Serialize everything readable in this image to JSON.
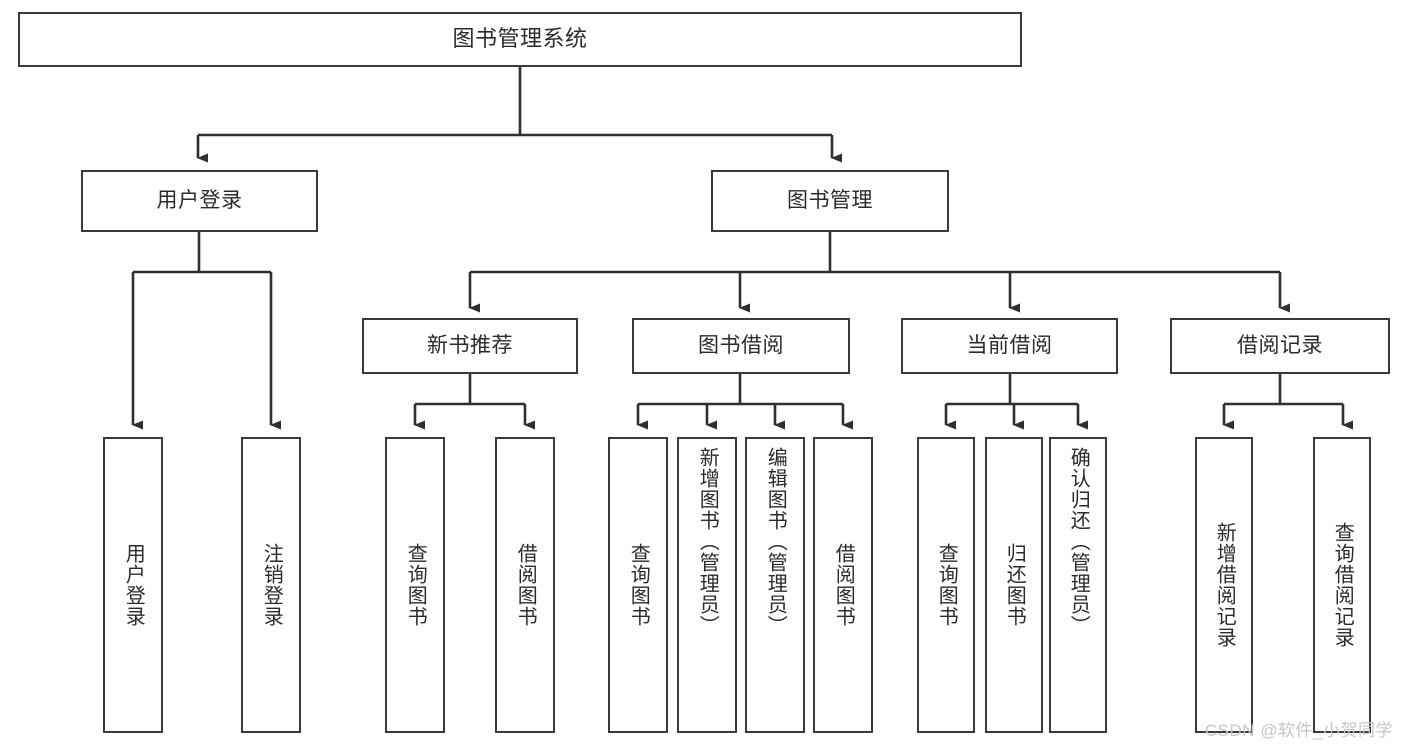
{
  "diagram": {
    "title": "图书管理系统",
    "type": "tree-hierarchy-flowchart",
    "colors": {
      "box_border": "#3a3a3a",
      "box_fill": "#ffffff",
      "edge": "#2f2f2f",
      "text": "#2b2b2b",
      "watermark": "#c6c6c6",
      "background": "#ffffff"
    },
    "watermark": "CSDN @软件_小贺同学",
    "nodes": {
      "root": {
        "label": "图书管理系统"
      },
      "level1": [
        {
          "id": "user-login",
          "label": "用户登录"
        },
        {
          "id": "book-manage",
          "label": "图书管理"
        }
      ],
      "level2": [
        {
          "id": "new-book-recommend",
          "label": "新书推荐"
        },
        {
          "id": "book-borrow",
          "label": "图书借阅"
        },
        {
          "id": "current-borrow",
          "label": "当前借阅"
        },
        {
          "id": "borrow-record",
          "label": "借阅记录"
        }
      ],
      "leaves": {
        "user-login": [
          {
            "id": "leaf-user-login",
            "label": "用户登录"
          },
          {
            "id": "leaf-logout-login",
            "label": "注销登录"
          }
        ],
        "new-book-recommend": [
          {
            "id": "leaf-query-book-1",
            "label": "查询图书"
          },
          {
            "id": "leaf-borrow-book-1",
            "label": "借阅图书"
          }
        ],
        "book-borrow": [
          {
            "id": "leaf-query-book-2",
            "label": "查询图书"
          },
          {
            "id": "leaf-add-book-admin",
            "label": "新增图书（管理员）"
          },
          {
            "id": "leaf-edit-book-admin",
            "label": "编辑图书（管理员）"
          },
          {
            "id": "leaf-borrow-book-2",
            "label": "借阅图书"
          }
        ],
        "current-borrow": [
          {
            "id": "leaf-query-book-3",
            "label": "查询图书"
          },
          {
            "id": "leaf-return-book",
            "label": "归还图书"
          },
          {
            "id": "leaf-confirm-return-admin",
            "label": "确认归还（管理员）"
          }
        ],
        "borrow-record": [
          {
            "id": "leaf-add-borrow-record",
            "label": "新增借阅记录"
          },
          {
            "id": "leaf-query-borrow-record",
            "label": "查询借阅记录"
          }
        ]
      }
    }
  }
}
